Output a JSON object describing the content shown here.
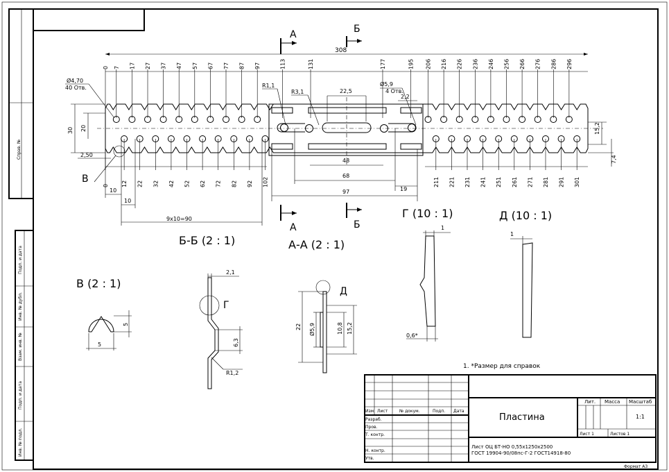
{
  "drawing": {
    "top_dims": {
      "overall": "308",
      "ticks": [
        "0",
        "7",
        "17",
        "27",
        "37",
        "47",
        "57",
        "67",
        "77",
        "87",
        "97",
        "113",
        "131",
        "177",
        "195",
        "206",
        "216",
        "226",
        "236",
        "246",
        "256",
        "266",
        "276",
        "286",
        "296"
      ]
    },
    "bottom_dims": {
      "ticks": [
        "0",
        "12",
        "22",
        "32",
        "42",
        "52",
        "62",
        "72",
        "82",
        "92",
        "102",
        "211",
        "221",
        "231",
        "241",
        "251",
        "261",
        "271",
        "281",
        "291",
        "301"
      ],
      "d10a": "10",
      "d10b": "10",
      "pitch": "9x10=90",
      "d48": "48",
      "d68": "68",
      "d97": "97",
      "d19": "19"
    },
    "callouts": {
      "hole_small_dia": "Ø4,70",
      "hole_small_count": "40 Отв.",
      "hole_big_dia": "Ø5,9",
      "hole_big_count": "4 Отв.",
      "r11": "R1,1",
      "r31": "R3,1",
      "d225": "22,5",
      "d22": "2,2",
      "d30": "30",
      "d20": "20",
      "d250": "2,50",
      "d152": "15,2",
      "d74": "7,4"
    },
    "section_marks": {
      "a_top": "А",
      "b_top": "Б",
      "a_bottom": "А",
      "b_bottom": "Б",
      "v_mark": "В"
    },
    "views": {
      "bb_title": "Б-Б  (2 : 1)",
      "aa_title": "А-А  (2 : 1)",
      "g_title": "Г  (10 : 1)",
      "d_title": "Д  (10 : 1)",
      "v_title": "В  (2 : 1)"
    },
    "detail_v": {
      "d5a": "5",
      "d5b": "5"
    },
    "detail_bb": {
      "d21": "2,1",
      "g_label": "Г",
      "d63": "6,3",
      "r12": "R1,2"
    },
    "detail_aa": {
      "d_label": "Д",
      "d22": "22",
      "d59": "Ø5,9",
      "d108": "10,8",
      "d152": "15,2"
    },
    "detail_g": {
      "d1": "1",
      "d06": "0,6*"
    },
    "detail_d": {
      "d1": "1"
    },
    "note": "1. *Размер для справок"
  },
  "side_stamps": [
    "Справ. №",
    "Подп. и дата",
    "Инв. № дубл.",
    "Взам. инв. №",
    "Подп. и дата",
    "Инв. № подл."
  ],
  "title_block": {
    "part_name": "Пластина",
    "col_headers": [
      "Изм",
      "Лист",
      "№ докум.",
      "Подп.",
      "Дата"
    ],
    "rows": [
      "Разраб.",
      "Пров.",
      "Т. контр.",
      "",
      "Н. контр.",
      "Утв."
    ],
    "lit": "Лит.",
    "massa": "Масса",
    "masshtab": "Масштаб",
    "scale_value": "1:1",
    "sheet": "Лист 1",
    "sheets": "Листов 1",
    "material_line1": "Лист ОЦ БТ-НО 0,55х1250х2500",
    "material_line2": "ГОСТ 19904-90/08пс-Г-2 ГОСТ14918-80",
    "format": "Формат А3"
  }
}
